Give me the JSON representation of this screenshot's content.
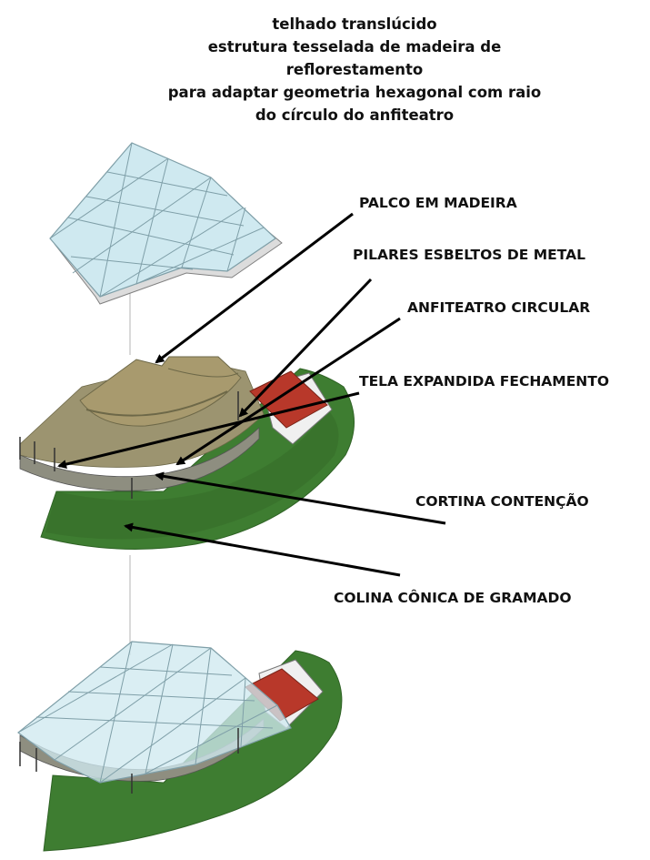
{
  "title_lines": [
    "telhado translúcido",
    "estrutura tesselada de madeira de",
    "reflorestamento",
    "para adaptar geometria hexagonal com raio",
    "do círculo do anfiteatro"
  ],
  "labels": {
    "palco": "PALCO EM MADEIRA",
    "pilares": "PILARES ESBELTOS DE METAL",
    "anfiteatro": "ANFITEATRO CIRCULAR",
    "tela": "TELA EXPANDIDA FECHAMENTO",
    "cortina": "CORTINA CONTENÇÃO",
    "colina": "COLINA CÔNICA DE GRAMADO"
  },
  "colors": {
    "glass": "#cfe9f0",
    "glass_edge": "#7f9fa8",
    "roof_slab": "#e6e6e6",
    "grass": "#3e7d31",
    "grass_dark": "#2f6225",
    "stage_wood": "#a89a6e",
    "gravel": "#9c9470",
    "retaining_wall": "#8e8e80",
    "roof_red": "#b8382a",
    "concrete": "#f0f0f0",
    "arrow": "#000000"
  }
}
